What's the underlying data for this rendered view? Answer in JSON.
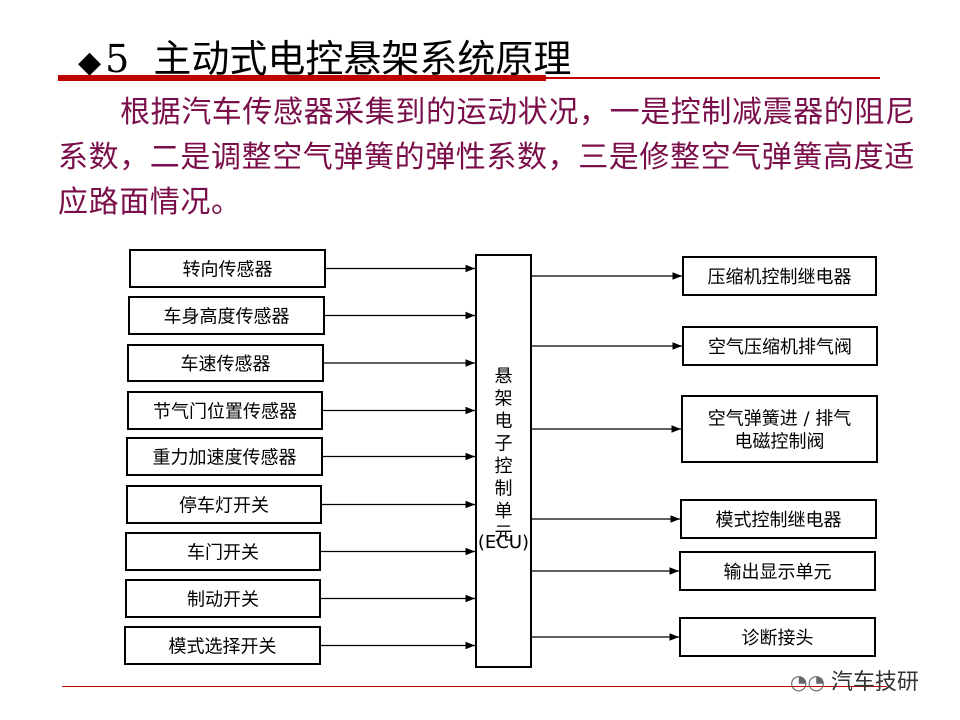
{
  "title": {
    "bullet": "◆",
    "text": "5  主动式电控悬架系统原理"
  },
  "paragraph": "根据汽车传感器采集到的运动状况，一是控制减震器的阻尼系数，二是调整空气弹簧的弹性系数，三是修整空气弹簧高度适应路面情况。",
  "diagram": {
    "inputs": [
      "转向传感器",
      "车身高度传感器",
      "车速传感器",
      "节气门位置传感器",
      "重力加速度传感器",
      "停车灯开关",
      "车门开关",
      "制动开关",
      "模式选择开关"
    ],
    "ecu": {
      "chars": [
        "悬",
        "架",
        "电",
        "子",
        "控",
        "制",
        "单",
        "元"
      ],
      "abbr": "(ECU)"
    },
    "outputs": [
      [
        "压缩机控制继电器"
      ],
      [
        "空气压缩机排气阀"
      ],
      [
        "空气弹簧进 / 排气",
        "电磁控制阀"
      ],
      [
        "模式控制继电器"
      ],
      [
        "输出显示单元"
      ],
      [
        "诊断接头"
      ]
    ]
  },
  "watermark": {
    "icon": "wechat-icon",
    "text": "汽车技研"
  },
  "colors": {
    "title_rule": "#c00000",
    "paragraph_text": "#7a0e4a"
  }
}
